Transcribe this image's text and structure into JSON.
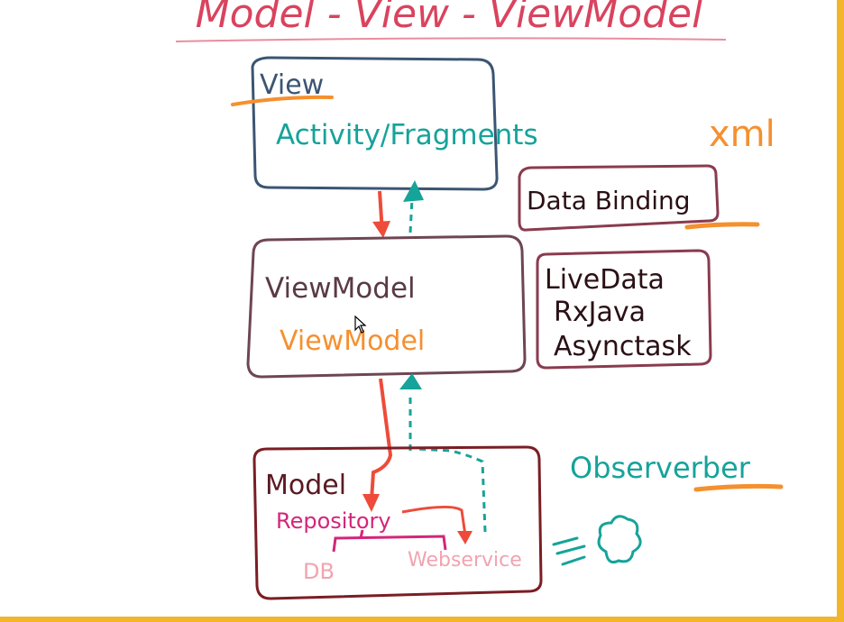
{
  "title": "Model - View - ViewModel",
  "view_box": {
    "heading": "View",
    "content": "Activity/Fragments"
  },
  "viewmodel_box": {
    "heading": "ViewModel",
    "content": "ViewModel"
  },
  "model_box": {
    "heading": "Model",
    "repository": "Repository",
    "db": "DB",
    "webservice": "Webservice"
  },
  "side_labels": {
    "xml": "xml",
    "data_binding": "Data Binding",
    "observer_tools": [
      "LiveData",
      "RxJava",
      "Asynctask"
    ],
    "observer": "Observerber"
  },
  "colors": {
    "title": "#d9435e",
    "view_box_border": "#3b5573",
    "teal": "#16a39a",
    "orange": "#f5902e",
    "maroon_border": "#8a3b4f",
    "viewmodel_border": "#6e4652",
    "model_border": "#7a1e24",
    "red_arrow": "#ee4b3a",
    "magenta": "#d4257a",
    "pink": "#f2a3b0",
    "ink": "#2a1016",
    "frame": "#f3b52c"
  },
  "icons": [
    "cursor-arrow-icon",
    "cloud-icon",
    "wave-lines-icon"
  ]
}
